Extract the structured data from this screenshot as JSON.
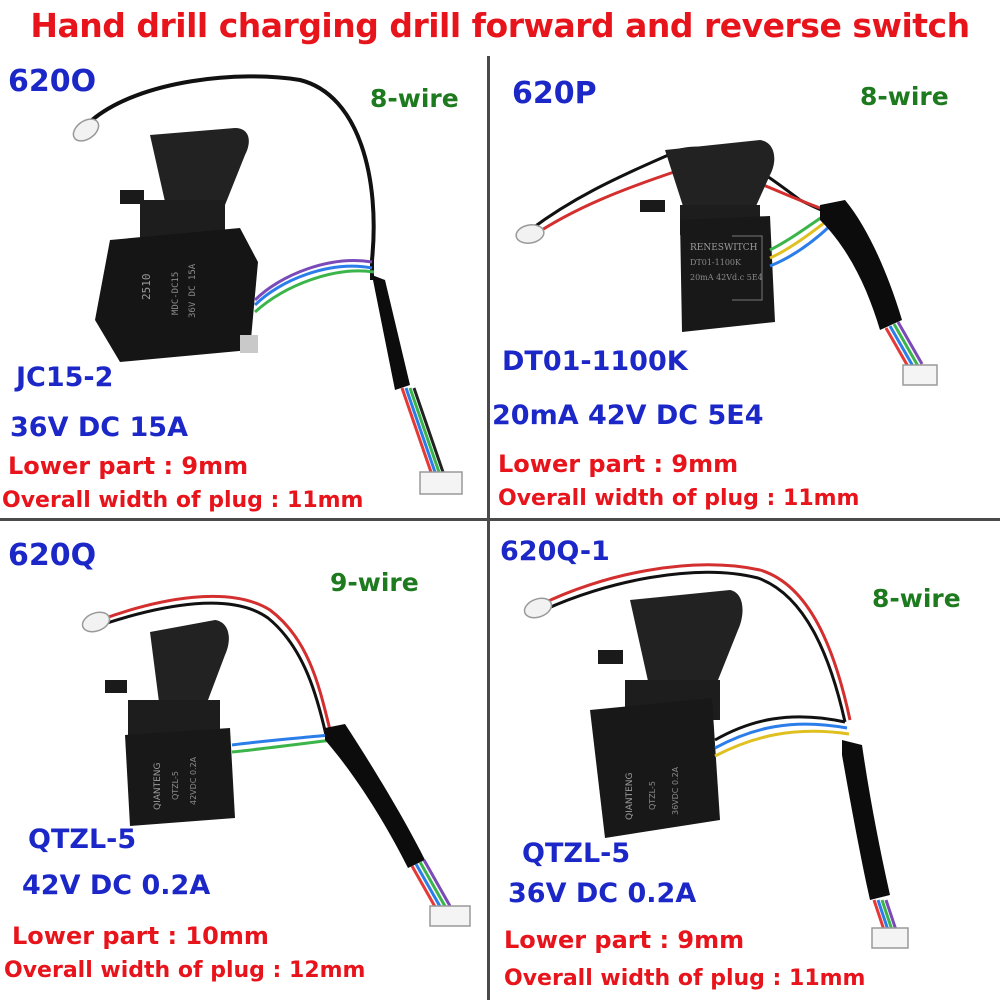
{
  "title": "Hand drill charging drill forward and reverse switch",
  "panels": [
    {
      "code": "620O",
      "wires": "8-wire",
      "model": "JC15-2",
      "rating": "36V DC 15A",
      "lower": "Lower part : 9mm",
      "plug": "Overall width of plug : 11mm"
    },
    {
      "code": "620P",
      "wires": "8-wire",
      "model": "DT01-1100K",
      "rating": "20mA 42V DC 5E4",
      "lower": "Lower part : 9mm",
      "plug": "Overall width of plug : 11mm"
    },
    {
      "code": "620Q",
      "wires": "9-wire",
      "model": "QTZL-5",
      "rating": "42V DC 0.2A",
      "lower": "Lower part : 10mm",
      "plug": "Overall width of plug : 12mm"
    },
    {
      "code": "620Q-1",
      "wires": "8-wire",
      "model": "QTZL-5",
      "rating": "36V DC 0.2A",
      "lower": "Lower part : 9mm",
      "plug": "Overall width of plug : 11mm"
    }
  ],
  "switch_labels": [
    {
      "lines": [
        "2510",
        "MDC-DC15",
        "36V DC 15A"
      ]
    },
    {
      "lines": [
        "RENESWITCH",
        "DT01-1100K",
        "20mA 42Vd.c 5E4"
      ]
    },
    {
      "lines": [
        "QIANTENG",
        "QTZL-5",
        "42VDC 0.2A"
      ]
    },
    {
      "lines": [
        "QIANTENG",
        "QTZL-5",
        "36VDC 0.2A"
      ]
    }
  ],
  "colors": {
    "title": "#e8141c",
    "code": "#1c27c8",
    "wire_count": "#1e7a1e",
    "dimensions": "#e8141c",
    "divider": "#4a4a4a"
  }
}
